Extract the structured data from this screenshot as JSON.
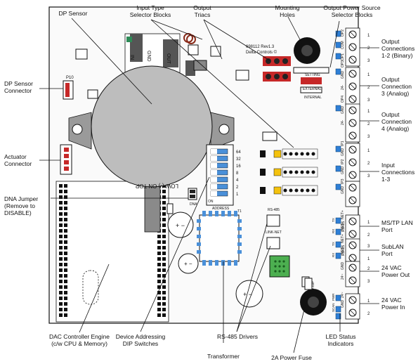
{
  "callouts": {
    "dp_sensor": "DP Sensor",
    "input_type_selector": "Input Type\nSelector Blocks",
    "output_triacs": "Output\nTriacs",
    "mounting_holes": "Mounting\nHoles",
    "output_power_source": "Output Power Source\nSelector Blocks",
    "dp_sensor_connector": "DP Sensor\nConnector",
    "actuator_connector": "Actuator\nConnector",
    "dna_jumper": "DNA Jumper\n(Remove to\nDISABLE)",
    "output_connections_12": "Output\nConnections\n1-2 (Binary)",
    "output_connection_3": "Output\nConnection\n3 (Analog)",
    "output_connection_4": "Output\nConnection\n4 (Analog)",
    "input_connections": "Input\nConnections\n1-3",
    "mstp_lan": "MS/TP LAN\nPort",
    "sublan": "SubLAN\nPort",
    "vac_out": "24 VAC\nPower Out",
    "vac_in": "24 VAC\nPower In",
    "dac_engine": "DAC Controller Engine\n(c/w CPU & Memory)",
    "device_addressing": "Device Addressing\nDIP Switches",
    "rs485_drivers": "RS-485 Drivers",
    "led_status": "LED Status\nIndicators",
    "transformer": "Transformer",
    "power_fuse": "2A Power Fuse"
  },
  "silkscreen": {
    "board_id": "698112  Rev1.3",
    "maker": "Delta Controls ©",
    "dp_top": "LOW (-) ON TOP",
    "p10": "P10",
    "in": "IN",
    "gnd": "GND",
    "out": "OUT",
    "setting": "SETTING",
    "external": "EXTERNAL",
    "internal": "INTERNAL",
    "address": "ADDRESS",
    "dip_values": [
      "64",
      "32",
      "16",
      "8",
      "4",
      "2",
      "1"
    ],
    "on": "ON",
    "dna": "DNA",
    "rs485": "RS-485",
    "link_net": "LINK-NET",
    "t1": "T1",
    "fuse": "2 AMP",
    "terminal_nums": [
      "1",
      "2",
      "3",
      "1",
      "2",
      "3",
      "1",
      "2",
      "3",
      "1",
      "2",
      "3",
      "1",
      "2",
      "3",
      "1",
      "2",
      "3",
      "1",
      "2",
      "3",
      "1",
      "2",
      "1",
      "2",
      "1",
      "2"
    ],
    "term_labels": [
      "COM",
      "OP1",
      "OP2",
      "24-",
      "GND",
      "OP3",
      "24-",
      "GND",
      "OP4",
      "GND",
      "IP1",
      "GND",
      "IP2",
      "GND",
      "IP3",
      "NET+",
      "NET-",
      "NET+",
      "NET-",
      "GND",
      "24~",
      "24~",
      "GND"
    ],
    "port_labels": [
      "RS485",
      "RS485"
    ],
    "led_labels": [
      "TX",
      "RX",
      "TX",
      "RX",
      "PWR",
      "SCAN"
    ]
  }
}
